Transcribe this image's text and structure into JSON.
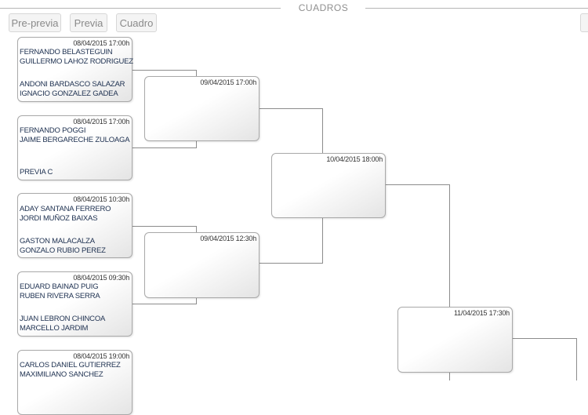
{
  "header": {
    "title": "CUADROS"
  },
  "tabs": [
    {
      "label": "Pre-previa"
    },
    {
      "label": "Previa"
    },
    {
      "label": "Cuadro"
    }
  ],
  "round1": [
    {
      "date": "08/04/2015 17:00h",
      "team1": [
        "FERNANDO BELASTEGUIN",
        "GUILLERMO LAHOZ RODRIGUEZ"
      ],
      "team2": [
        "ANDONI BARDASCO SALAZAR",
        "IGNACIO GONZALEZ GADEA"
      ]
    },
    {
      "date": "08/04/2015 17:00h",
      "team1": [
        "FERNANDO POGGI",
        "JAIME BERGARECHE ZULOAGA"
      ],
      "team2": [
        "PREVIA C",
        ""
      ]
    },
    {
      "date": "08/04/2015 10:30h",
      "team1": [
        "ADAY SANTANA FERRERO",
        "JORDI MUÑOZ BAIXAS"
      ],
      "team2": [
        "GASTON MALACALZA",
        "GONZALO RUBIO PEREZ"
      ]
    },
    {
      "date": "08/04/2015 09:30h",
      "team1": [
        "EDUARD BAINAD PUIG",
        "RUBEN RIVERA SERRA"
      ],
      "team2": [
        "JUAN LEBRON CHINCOA",
        "MARCELLO JARDIM"
      ]
    },
    {
      "date": "08/04/2015 19:00h",
      "team1": [
        "CARLOS DANIEL GUTIERREZ",
        "MAXIMILIANO SANCHEZ"
      ],
      "team2": [
        "",
        ""
      ]
    }
  ],
  "round2": [
    {
      "date": "09/04/2015 17:00h"
    },
    {
      "date": "09/04/2015 12:30h"
    }
  ],
  "round3": [
    {
      "date": "10/04/2015 18:00h"
    }
  ],
  "round4": [
    {
      "date": "11/04/2015 17:30h"
    }
  ]
}
